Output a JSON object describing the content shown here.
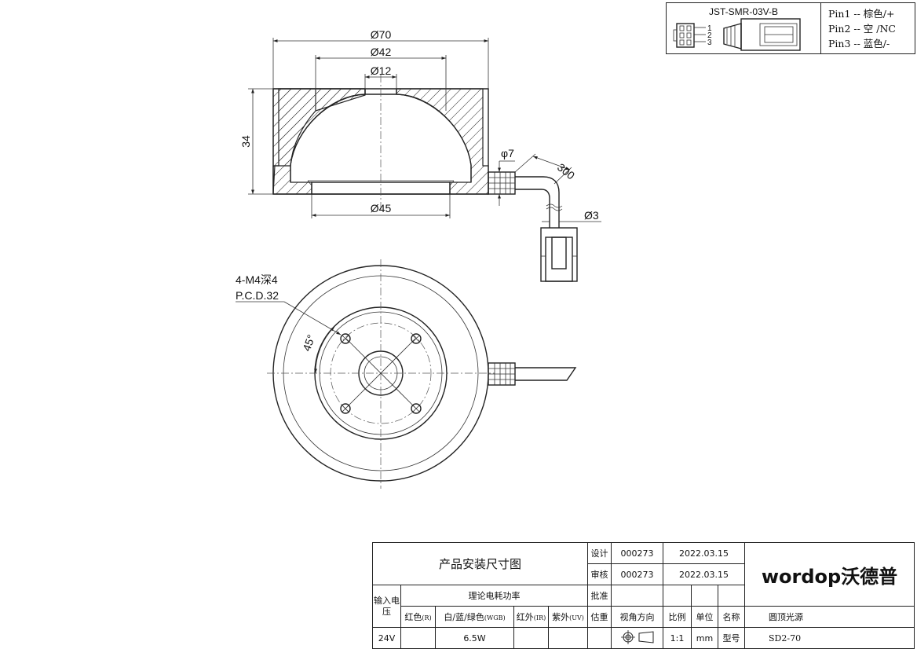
{
  "dimensions": {
    "d70": "Ø70",
    "d42": "Ø42",
    "d12": "Ø12",
    "height": "34",
    "d45": "Ø45",
    "cable_dia": "φ7",
    "cable_len": "300",
    "wire_dia": "Ø3",
    "thread": "4-M4深4",
    "pcd": "P.C.D.32",
    "angle": "45°"
  },
  "connector": {
    "name": "JST-SMR-03V-B",
    "pin_numbers": [
      "1",
      "2",
      "3"
    ],
    "pins": [
      "Pin1 -- 棕色/+",
      "Pin2 -- 空  /NC",
      "Pin3 -- 蓝色/-"
    ]
  },
  "title_block": {
    "drawing_title": "产品安装尺寸图",
    "design_label": "设计",
    "design_id": "000273",
    "design_date": "2022.03.15",
    "review_label": "审核",
    "review_id": "000273",
    "review_date": "2022.03.15",
    "approve_label": "批准",
    "input_voltage_label": "输入电压",
    "power_label": "理论电耗功率",
    "red_label": "红色",
    "red_sub": "(R)",
    "wbg_label": "白/蓝/绿色",
    "wbg_sub": "(WGB)",
    "ir_label": "红外",
    "ir_sub": "(IR)",
    "uv_label": "紫外",
    "uv_sub": "(UV)",
    "weight_label": "估重",
    "view_label": "视角方向",
    "scale_label": "比例",
    "unit_label": "单位",
    "name_label": "名称",
    "product_name": "圆顶光源",
    "voltage": "24V",
    "power": "6.5W",
    "scale": "1:1",
    "unit": "mm",
    "model_label": "型号",
    "model": "SD2-70",
    "logo": "wordop沃德普"
  }
}
